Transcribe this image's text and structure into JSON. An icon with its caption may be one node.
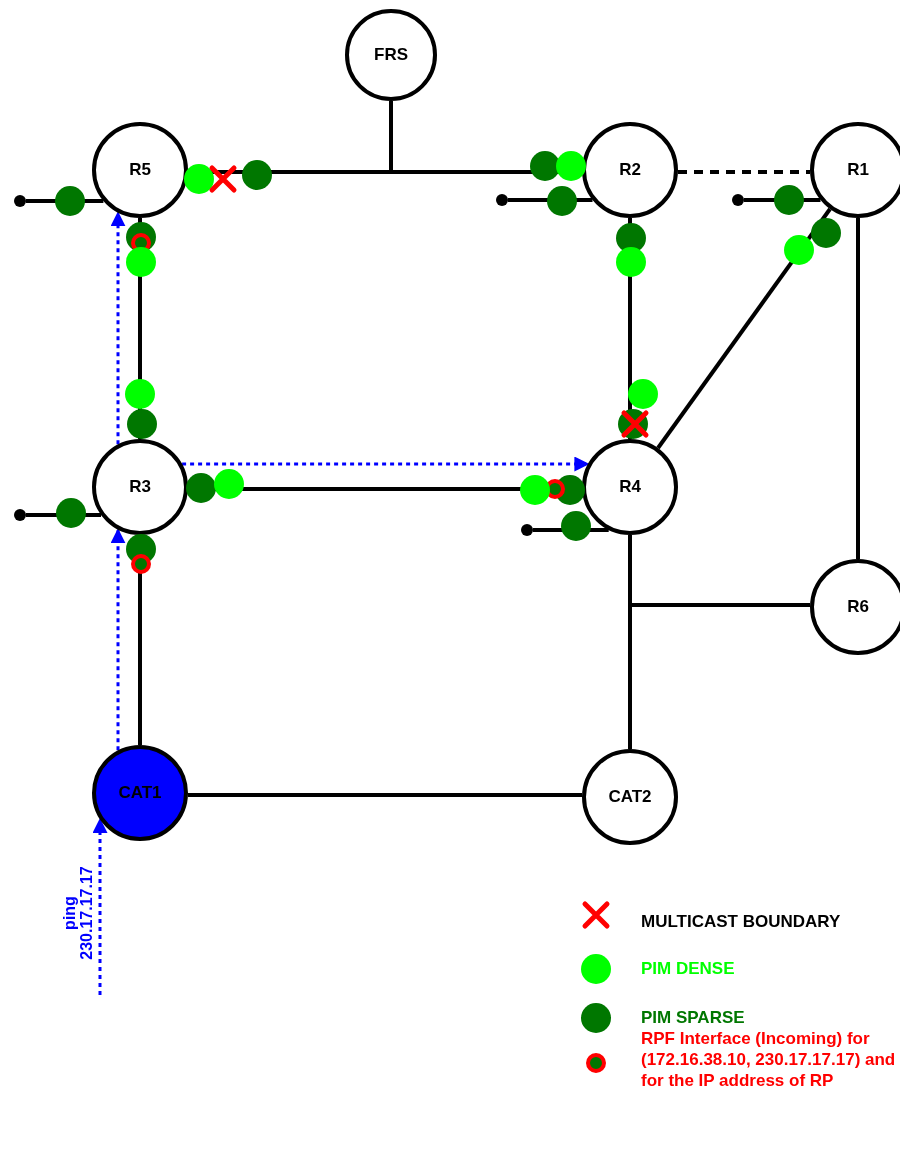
{
  "diagram": {
    "nodes": [
      {
        "text": [
          "FRS"
        ]
      },
      {
        "text": [
          "R5"
        ]
      },
      {
        "text": [
          "R2"
        ]
      },
      {
        "text": [
          "R1"
        ]
      },
      {
        "text": [
          "R3"
        ]
      },
      {
        "text": [
          "R4"
        ]
      },
      {
        "text": [
          "R6"
        ]
      },
      {
        "text": [
          "CAT1"
        ]
      },
      {
        "text": [
          "CAT2"
        ]
      },
      {
        "text": [],
        "shape": "circle"
      },
      {
        "text": [],
        "shape": "circle"
      },
      {
        "text": [],
        "shape": "circle"
      },
      {
        "text": [],
        "shape": "circle"
      },
      {
        "text": [],
        "shape": "circle"
      }
    ],
    "edges": [
      {
        "from": 1,
        "to": 2,
        "arrow": "none"
      },
      {
        "from": 0,
        "to": 1,
        "arrow": "none"
      },
      {
        "from": 0,
        "to": 2,
        "arrow": "none"
      },
      {
        "from": 2,
        "to": 3,
        "arrow": "none",
        "style": "dashed"
      },
      {
        "from": 2,
        "to": 5,
        "arrow": "none"
      },
      {
        "from": 3,
        "to": 5,
        "arrow": "none"
      },
      {
        "from": 3,
        "to": 6,
        "arrow": "none"
      },
      {
        "from": 1,
        "to": 4,
        "arrow": "none"
      },
      {
        "from": 4,
        "to": 5,
        "arrow": "none"
      },
      {
        "from": 4,
        "to": 7,
        "arrow": "none"
      },
      {
        "from": 5,
        "to": 8,
        "arrow": "none"
      },
      {
        "from": 6,
        "to": 5,
        "arrow": "none"
      },
      {
        "from": 6,
        "to": 8,
        "arrow": "none"
      },
      {
        "from": 7,
        "to": 8,
        "arrow": "none"
      },
      {
        "from": 9,
        "to": 1,
        "arrow": "none"
      },
      {
        "from": 10,
        "to": 2,
        "arrow": "none"
      },
      {
        "from": 11,
        "to": 3,
        "arrow": "none"
      },
      {
        "from": 12,
        "to": 4,
        "arrow": "none"
      },
      {
        "from": 13,
        "to": 5,
        "arrow": "none"
      },
      {
        "from": null,
        "to": 7,
        "arrow": "to",
        "label": "ping 230.17.17.17",
        "style": "dashed",
        "color": "#0000ff"
      },
      {
        "from": 7,
        "to": 4,
        "arrow": "to",
        "style": "dashed",
        "color": "#0000ff"
      },
      {
        "from": 4,
        "to": 1,
        "arrow": "to",
        "style": "dashed",
        "color": "#0000ff"
      },
      {
        "from": 4,
        "to": 5,
        "arrow": "to",
        "style": "dashed",
        "color": "#0000ff"
      }
    ],
    "legend": [
      {
        "text": "MULTICAST BOUNDARY"
      },
      {
        "text": "PIM DENSE",
        "color": "#00ff00"
      },
      {
        "text": "PIM SPARSE",
        "color": "#007700"
      },
      {
        "text": "RPF Interface (Incoming) for (172.16.38.10, 230.17.17.17) and for the IP address of RP"
      }
    ]
  }
}
